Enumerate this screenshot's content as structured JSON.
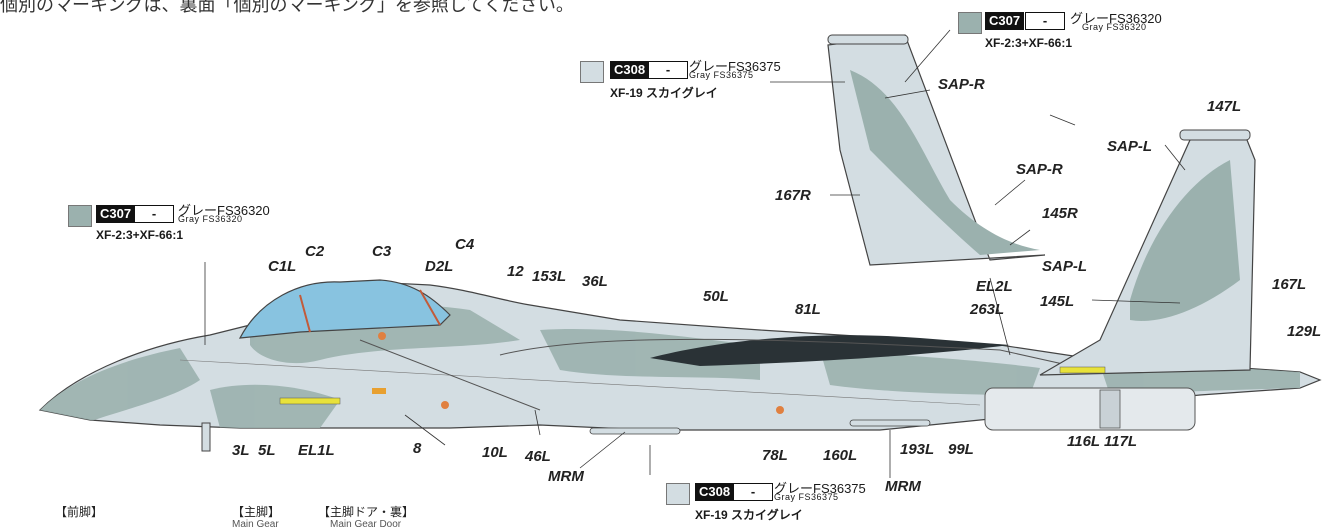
{
  "top_note": "個別のマーキングは、裏面「個別のマーキング」を参照してください。",
  "colors": {
    "c307": "#9bb1ae",
    "c308": "#d3dde2",
    "canopy": "#88c3e0",
    "spine": "#2a3236",
    "panel_yellow": "#e8e23a",
    "marking_orange": "#e08040"
  },
  "swatches": {
    "left_c307": {
      "code": "C307",
      "dash": "-",
      "jp": "グレーFS36320",
      "en": "Gray FS36320",
      "mix": "XF-2:3+XF-66:1"
    },
    "top_c308": {
      "code": "C308",
      "dash": "-",
      "jp": "グレーFS36375",
      "en": "Gray FS36375",
      "mix": "XF-19 スカイグレイ"
    },
    "top_c307": {
      "code": "C307",
      "dash": "-",
      "jp": "グレーFS36320",
      "en": "Gray FS36320",
      "mix": "XF-2:3+XF-66:1"
    },
    "bottom_c308": {
      "code": "C308",
      "dash": "-",
      "jp": "グレーFS36375",
      "en": "Gray FS36375",
      "mix": "XF-19 スカイグレイ"
    }
  },
  "labels": {
    "c1l": "C1L",
    "c2": "C2",
    "c3": "C3",
    "d2l": "D2L",
    "c4": "C4",
    "n12": "12",
    "n153l": "153L",
    "n36l": "36L",
    "n50l": "50L",
    "n81l": "81L",
    "n263l": "263L",
    "el2l": "EL2L",
    "n145l": "145L",
    "n129l": "129L",
    "n167l_tail": "167L",
    "sap_l_top": "SAP-L",
    "sap_l_low": "SAP-L",
    "n147l": "147L",
    "sap_r_top": "SAP-R",
    "sap_r_low": "SAP-R",
    "n167r": "167R",
    "n145r": "145R",
    "n3l": "3L",
    "n5l": "5L",
    "el1l": "EL1L",
    "n8": "8",
    "n10l": "10L",
    "n46l": "46L",
    "mrm_left": "MRM",
    "n78l": "78L",
    "n160l": "160L",
    "n193l": "193L",
    "n99l": "99L",
    "mrm_right": "MRM",
    "n116l": "116L",
    "n117l": "117L"
  },
  "bottom_labels": {
    "front_gear": "【前脚】",
    "main_gear": "【主脚】",
    "main_gear_en": "Main Gear",
    "main_door": "【主脚ドア・裏】",
    "main_door_en": "Main Gear Door"
  }
}
